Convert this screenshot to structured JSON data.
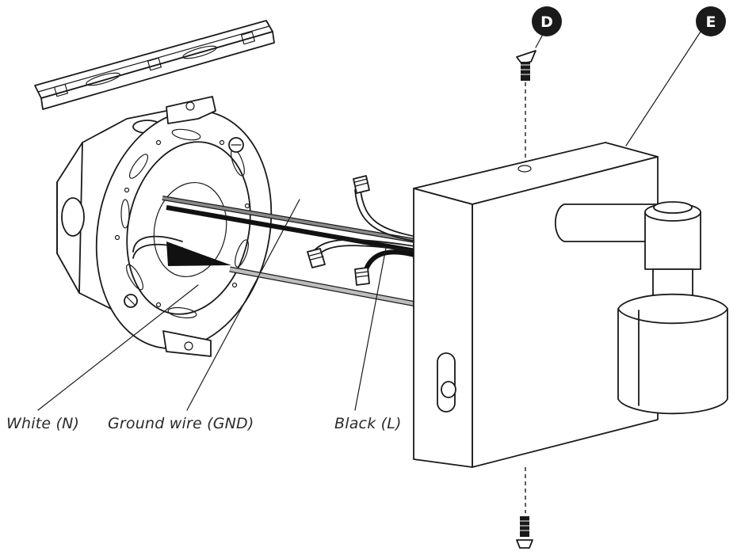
{
  "labels": {
    "white": "White (N)",
    "ground": "Ground wire (GND)",
    "black": "Black (L)"
  },
  "badges": {
    "screw": "D",
    "fixture": "E"
  },
  "colors": {
    "line": "#1a1a1a",
    "badge": "#1a1a1a",
    "ground_wire": "#888888",
    "black_wire": "#111111"
  }
}
